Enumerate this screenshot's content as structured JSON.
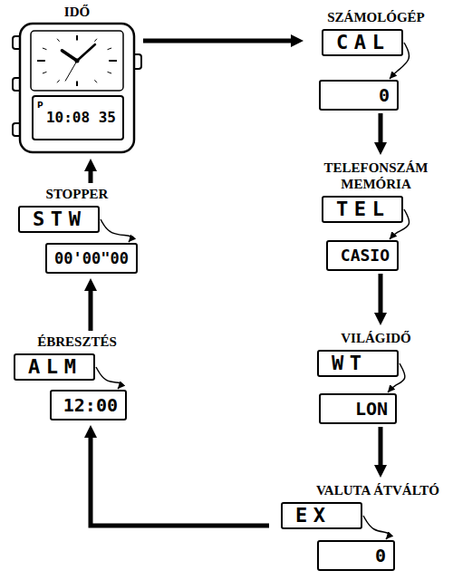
{
  "diagram": {
    "nodes": [
      {
        "text": [
          "IDŐ",
          "10:08 35"
        ]
      },
      {
        "text": [
          "SZÁMOLÓGÉP",
          "CAL"
        ]
      },
      {
        "text": [
          "0"
        ]
      },
      {
        "text": [
          "TELEFONSZÁM MEMÓRIA",
          "TEL"
        ]
      },
      {
        "text": [
          "CASIO"
        ]
      },
      {
        "text": [
          "VILÁGIDŐ",
          "WT"
        ]
      },
      {
        "text": [
          "LON"
        ]
      },
      {
        "text": [
          "VALUTA ÁTVÁLTÓ",
          "EX"
        ]
      },
      {
        "text": [
          "0"
        ]
      },
      {
        "text": [
          "ÉBRESZTÉS",
          "ALM"
        ]
      },
      {
        "text": [
          "12:00"
        ]
      },
      {
        "text": [
          "STOPPER",
          "STW"
        ]
      },
      {
        "text": [
          "00'00\"00"
        ]
      }
    ],
    "edges": [
      {
        "from": 0,
        "to": 1,
        "arrow": "to"
      },
      {
        "from": 1,
        "to": 2,
        "arrow": "to"
      },
      {
        "from": 2,
        "to": 3,
        "arrow": "to"
      },
      {
        "from": 3,
        "to": 4,
        "arrow": "to"
      },
      {
        "from": 4,
        "to": 5,
        "arrow": "to"
      },
      {
        "from": 5,
        "to": 6,
        "arrow": "to"
      },
      {
        "from": 6,
        "to": 7,
        "arrow": "to"
      },
      {
        "from": 7,
        "to": 8,
        "arrow": "to"
      },
      {
        "from": 7,
        "to": 10,
        "arrow": "to"
      },
      {
        "from": 9,
        "to": 10,
        "arrow": "to"
      },
      {
        "from": 9,
        "to": 12,
        "arrow": "to"
      },
      {
        "from": 11,
        "to": 12,
        "arrow": "to"
      },
      {
        "from": 11,
        "to": 0,
        "arrow": "to"
      }
    ],
    "labels": [
      "P"
    ]
  }
}
